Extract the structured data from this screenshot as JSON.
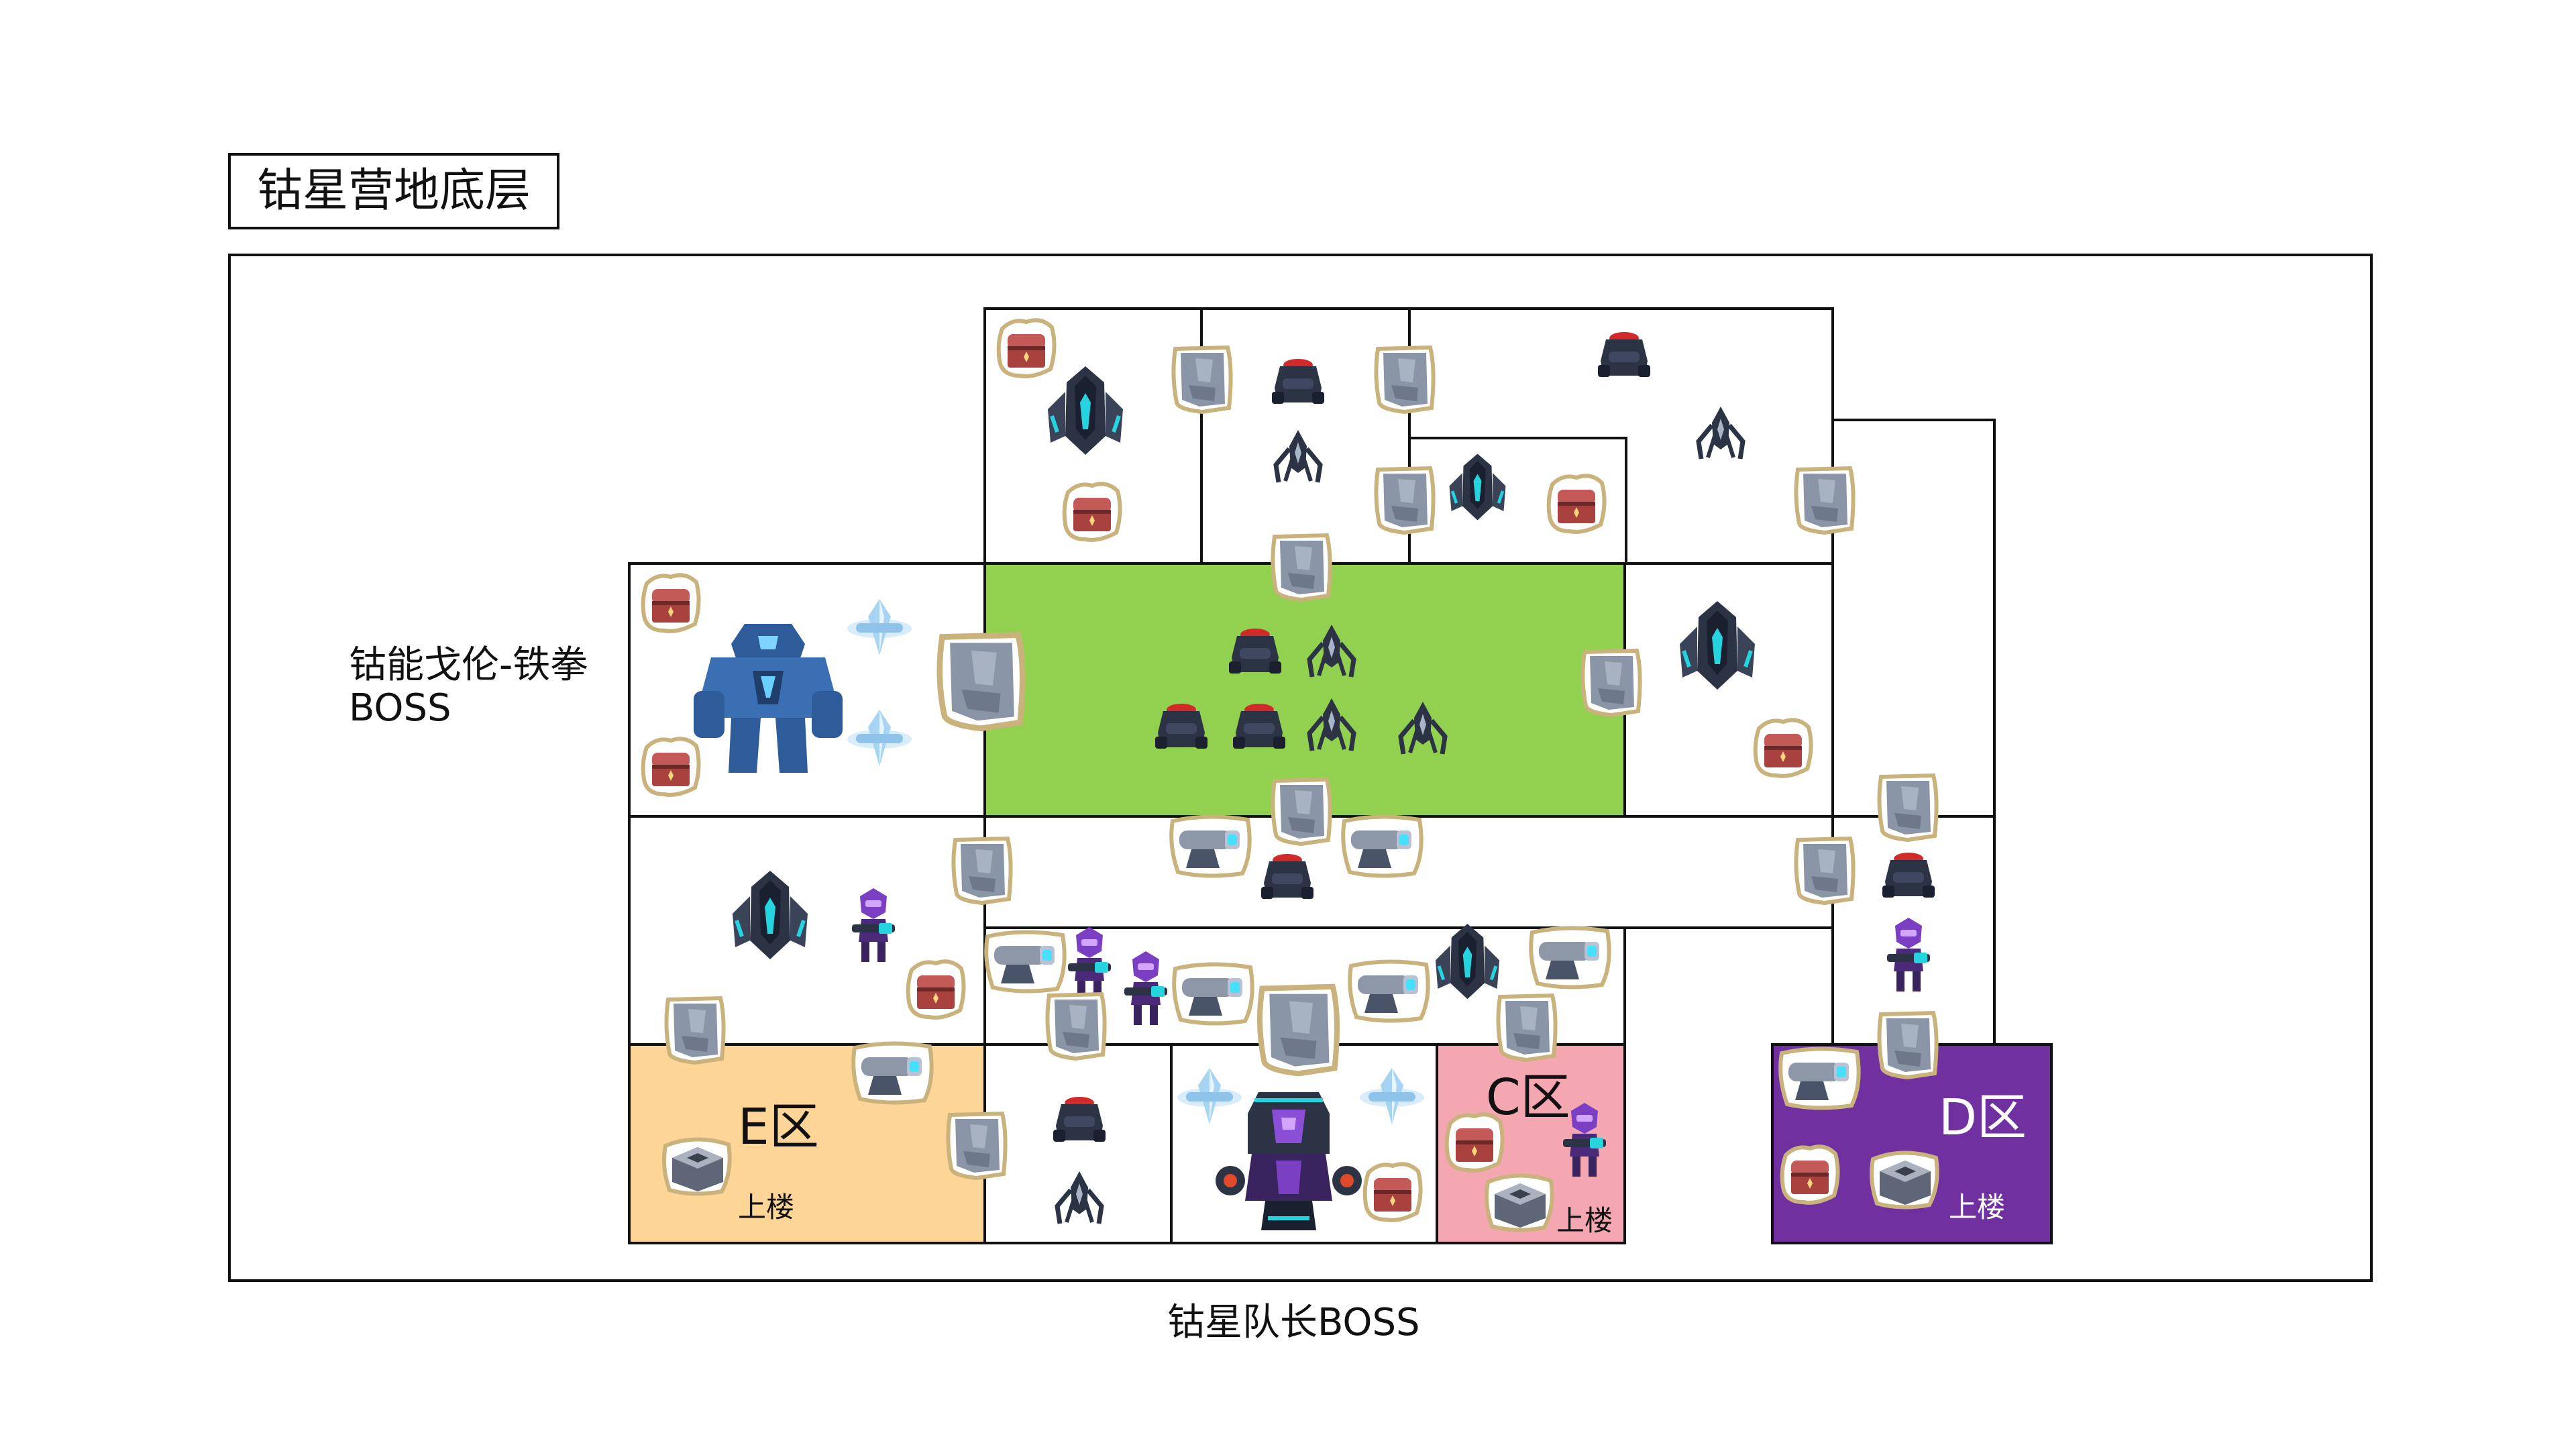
{
  "map": {
    "title": "钴星营地底层",
    "boss_left_name": "钴能戈伦-铁拳",
    "boss_left_suffix": "BOSS",
    "boss_bottom": "钴星队长BOSS",
    "zone_e": "E区",
    "zone_c": "C区",
    "zone_d": "D区",
    "upstairs": "上楼",
    "colors": {
      "center_room": "#92d050",
      "zone_e": "#fdd597",
      "zone_c": "#f4a7b0",
      "zone_d": "#7030a0",
      "line": "#111111"
    }
  }
}
